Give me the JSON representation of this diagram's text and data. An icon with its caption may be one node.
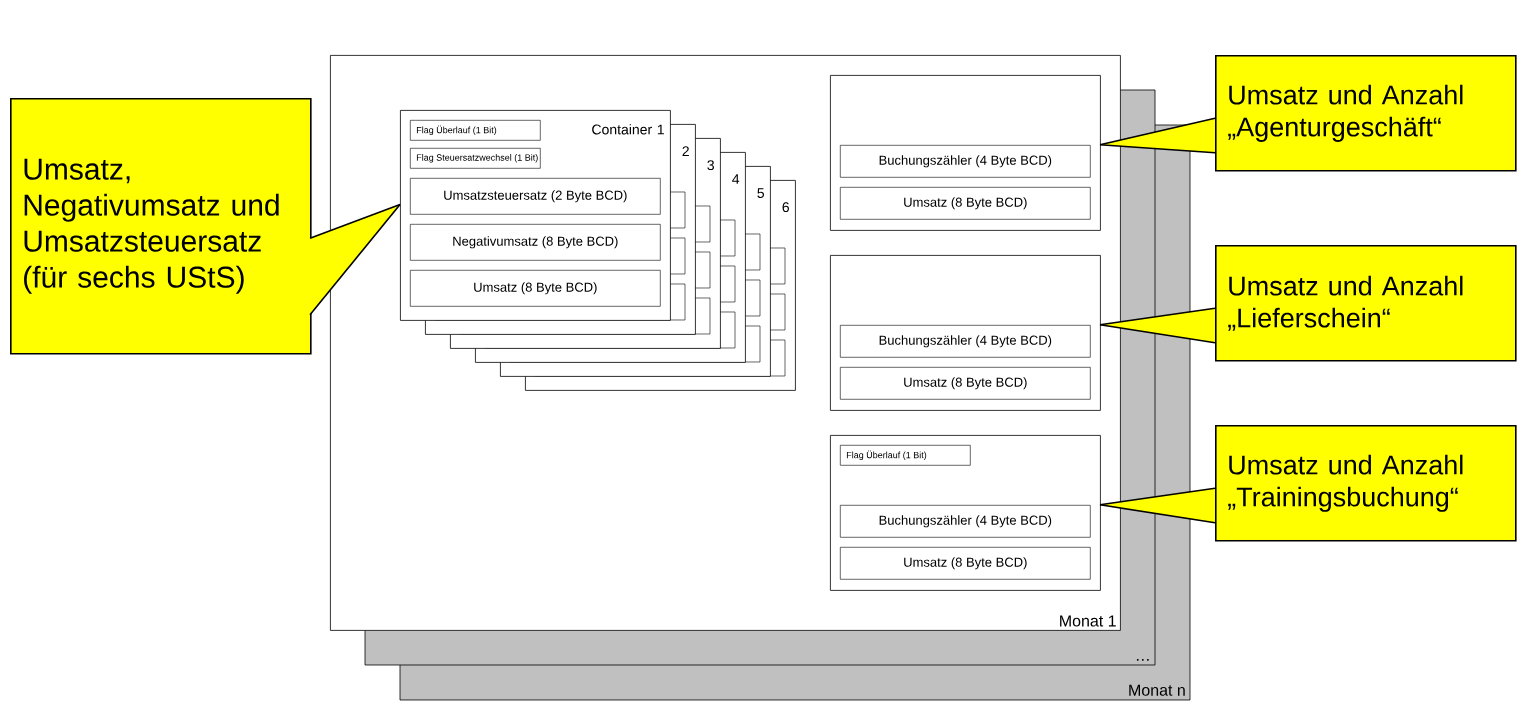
{
  "diagram": {
    "nodes": [
      {
        "text": [
          "Monat 1"
        ]
      },
      {
        "text": [
          "Container 1"
        ],
        "in": 0
      },
      {
        "text": [
          "Flag Überlauf (1 Bit)"
        ],
        "in": 1
      },
      {
        "text": [
          "Flag Steuersatzwechsel (1 Bit)"
        ],
        "in": 1
      },
      {
        "text": [
          "Umsatzsteuersatz (2 Byte BCD)"
        ],
        "in": 1
      },
      {
        "text": [
          "Negativumsatz (8 Byte BCD)"
        ],
        "in": 1
      },
      {
        "text": [
          "Umsatz (8 Byte BCD)"
        ],
        "in": 1
      },
      {
        "text": [
          "2"
        ],
        "in": 0
      },
      {
        "text": [
          "3"
        ],
        "in": 0
      },
      {
        "text": [
          "4"
        ],
        "in": 0
      },
      {
        "text": [
          "5"
        ],
        "in": 0
      },
      {
        "text": [
          "6"
        ],
        "in": 0
      },
      {
        "text": [],
        "shape": "box",
        "in": 0
      },
      {
        "text": [
          "Buchungszähler (4 Byte BCD)"
        ],
        "in": 12
      },
      {
        "text": [
          "Umsatz (8 Byte BCD)"
        ],
        "in": 12
      },
      {
        "text": [],
        "shape": "box",
        "in": 0
      },
      {
        "text": [
          "Buchungszähler (4 Byte BCD)"
        ],
        "in": 15
      },
      {
        "text": [
          "Umsatz (8 Byte BCD)"
        ],
        "in": 15
      },
      {
        "text": [],
        "shape": "box",
        "in": 0
      },
      {
        "text": [
          "Flag Überlauf (1 Bit)"
        ],
        "in": 18
      },
      {
        "text": [
          "Buchungszähler (4 Byte BCD)"
        ],
        "in": 18
      },
      {
        "text": [
          "Umsatz (8 Byte BCD)"
        ],
        "in": 18
      },
      {
        "text": [
          "Umsatz, Negativumsatz und Umsatzsteuersatz (für sechs UStS)"
        ]
      },
      {
        "text": [
          "Umsatz und Anzahl „Agenturgeschäft“"
        ]
      },
      {
        "text": [
          "Umsatz und Anzahl „Lieferschein“"
        ]
      },
      {
        "text": [
          "Umsatz und Anzahl „Trainingsbuchung“"
        ]
      }
    ],
    "edges": [
      {
        "from": 22,
        "to": 1,
        "arrow": "none"
      },
      {
        "from": 23,
        "to": 12,
        "arrow": "none"
      },
      {
        "from": 24,
        "to": 15,
        "arrow": "none"
      },
      {
        "from": 25,
        "to": 18,
        "arrow": "none"
      }
    ],
    "labels": [
      "…",
      "Monat n"
    ]
  }
}
